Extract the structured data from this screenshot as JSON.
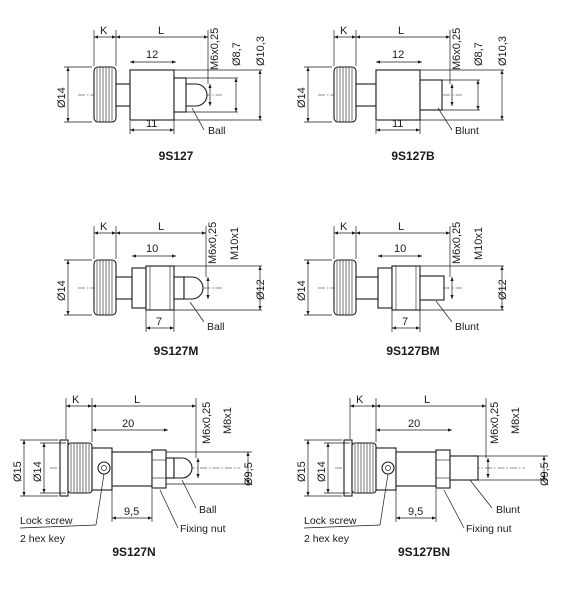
{
  "views": [
    {
      "id": "9S127",
      "caption": "9S127",
      "k": "K",
      "l": "L",
      "length_a": "12",
      "length_b": "11",
      "dia_head": "Ø14",
      "thread": "M6x0,25",
      "dia_mid": "Ø8,7",
      "dia_right": "Ø10,3",
      "tip_label": "Ball"
    },
    {
      "id": "9S127B",
      "caption": "9S127B",
      "k": "K",
      "l": "L",
      "length_a": "12",
      "length_b": "11",
      "dia_head": "Ø14",
      "thread": "M6x0,25",
      "dia_mid": "Ø8,7",
      "dia_right": "Ø10,3",
      "tip_label": "Blunt"
    },
    {
      "id": "9S127M",
      "caption": "9S127M",
      "k": "K",
      "l": "L",
      "length_a": "10",
      "length_b": "7",
      "dia_head": "Ø14",
      "thread": "M6x0,25",
      "dia_mid": "M10x1",
      "dia_right": "Ø12",
      "tip_label": "Ball"
    },
    {
      "id": "9S127BM",
      "caption": "9S127BM",
      "k": "K",
      "l": "L",
      "length_a": "10",
      "length_b": "7",
      "dia_head": "Ø14",
      "thread": "M6x0,25",
      "dia_mid": "M10x1",
      "dia_right": "Ø12",
      "tip_label": "Blunt"
    },
    {
      "id": "9S127N",
      "caption": "9S127N",
      "k": "K",
      "l": "L",
      "length_a": "20",
      "length_b": "9,5",
      "dia_outer": "Ø15",
      "dia_head": "Ø14",
      "thread": "M6x0,25",
      "dia_mid": "M8x1",
      "dia_right": "Ø9,5",
      "tip_label": "Ball",
      "fixing_nut": "Fixing nut",
      "lock_screw": "Lock screw",
      "hex_key": "2 hex key"
    },
    {
      "id": "9S127BN",
      "caption": "9S127BN",
      "k": "K",
      "l": "L",
      "length_a": "20",
      "length_b": "9,5",
      "dia_outer": "Ø15",
      "dia_head": "Ø14",
      "thread": "M6x0,25",
      "dia_mid": "M8x1",
      "dia_right": "Ø9,5",
      "tip_label": "Blunt",
      "fixing_nut": "Fixing nut",
      "lock_screw": "Lock screw",
      "hex_key": "2 hex key"
    }
  ]
}
